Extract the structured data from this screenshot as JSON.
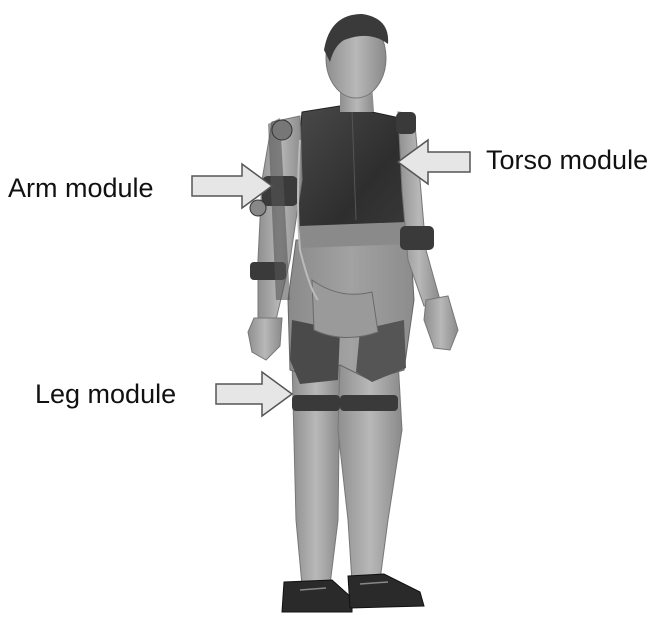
{
  "labels": {
    "torso": "Torso module",
    "arm": "Arm module",
    "leg": "Leg module"
  },
  "colors": {
    "skin": "#a9a9a9",
    "suit_dark": "#3c3c3c",
    "suit_mid": "#7d7d7d",
    "arrow_fill": "#e6e6e6",
    "arrow_stroke": "#555555"
  }
}
